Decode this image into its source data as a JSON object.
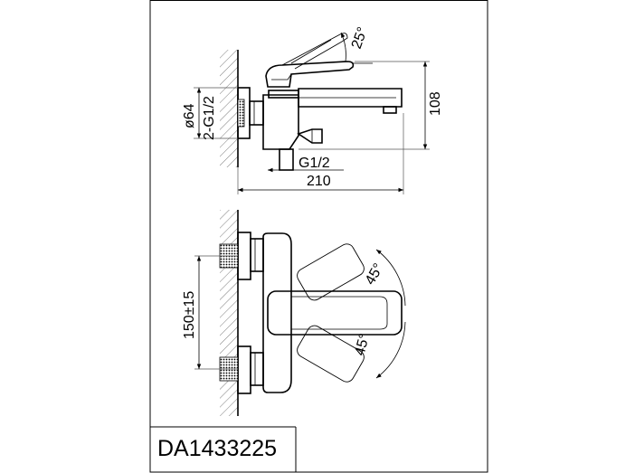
{
  "model_code": "DA1433225",
  "side_view": {
    "handle_angle": "25°",
    "height": "108",
    "length": "210",
    "outlet_thread": "G1/2",
    "flange_diameter": "ø64",
    "inlet_thread": "2-G1/2"
  },
  "front_view": {
    "rotation_up": "45°",
    "rotation_down": "45°",
    "center_distance": "150±15"
  }
}
